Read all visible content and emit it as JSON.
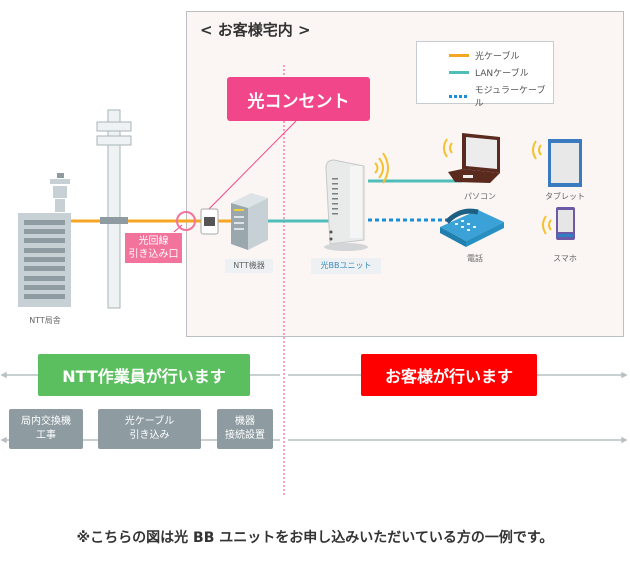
{
  "home": {
    "title": "< お客様宅内 >",
    "outlet_label": "光コンセント"
  },
  "legend": {
    "items": [
      {
        "label": "光ケーブル",
        "color": "#f5a623",
        "style": "solid"
      },
      {
        "label": "LANケーブル",
        "color": "#4fbdba",
        "style": "solid"
      },
      {
        "label": "モジュラーケーブル",
        "color": "#1a8fd8",
        "style": "dotted"
      }
    ]
  },
  "devices": {
    "ntt_office": "NTT局舎",
    "entry_point": "光回線\n引き込み口",
    "ntt_equipment": "NTT機器",
    "bb_unit": "光BBユニット",
    "pc": "パソコン",
    "tablet": "タブレット",
    "phone": "電話",
    "smartphone": "スマホ"
  },
  "responsibility": {
    "ntt": "NTT作業員が行います",
    "customer": "お客様が行います"
  },
  "steps": [
    "局内交換機\n工事",
    "光ケーブル\n引き込み",
    "機器\n接続設置"
  ],
  "colors": {
    "fiber": "#f5a623",
    "lan": "#4fbdba",
    "modular": "#1a8fd8",
    "accent_pink": "#f2468a",
    "ntt_green": "#5bbf5f",
    "customer_red": "#ff0000",
    "step_gray": "#8e9ca2"
  },
  "footnote": "※こちらの図は光 BB ユニットをお申し込みいただいている方の一例です。"
}
